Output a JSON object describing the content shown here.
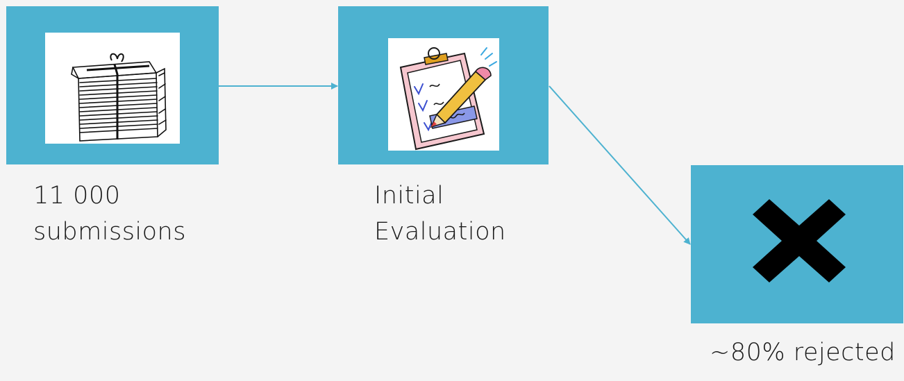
{
  "nodes": {
    "submissions": {
      "caption_line1": "11 000",
      "caption_line2": "submissions",
      "icon": "paper-stack-icon"
    },
    "evaluation": {
      "caption_line1": "Initial",
      "caption_line2": "Evaluation",
      "icon": "clipboard-pencil-icon"
    },
    "rejected": {
      "caption": "~80% rejected",
      "icon": "x-mark-icon"
    }
  },
  "colors": {
    "box": "#4db2d0",
    "connector": "#4db2d0",
    "background": "#f4f4f4",
    "x_mark": "#000000"
  }
}
